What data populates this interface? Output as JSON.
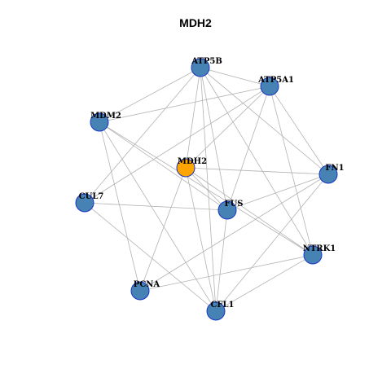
{
  "title": "MDH2",
  "colors": {
    "node_fill": "#4682b4",
    "node_stroke": "#1a35c6",
    "center_fill": "#ffa500",
    "edge": "#b3b3b3",
    "label": "#000000"
  },
  "nodes": [
    {
      "id": "ATP5B",
      "label": "ATP5B",
      "center": false
    },
    {
      "id": "ATP5A1",
      "label": "ATP5A1",
      "center": false
    },
    {
      "id": "MDM2",
      "label": "MDM2",
      "center": false
    },
    {
      "id": "MDH2",
      "label": "MDH2",
      "center": true
    },
    {
      "id": "FN1",
      "label": "FN1",
      "center": false
    },
    {
      "id": "CUL7",
      "label": "CUL7",
      "center": false
    },
    {
      "id": "FUS",
      "label": "FUS",
      "center": false
    },
    {
      "id": "NTRK1",
      "label": "NTRK1",
      "center": false
    },
    {
      "id": "PCNA",
      "label": "PCNA",
      "center": false
    },
    {
      "id": "CFL1",
      "label": "CFL1",
      "center": false
    }
  ],
  "edges": [
    [
      "ATP5B",
      "ATP5A1"
    ],
    [
      "ATP5B",
      "MDM2"
    ],
    [
      "ATP5B",
      "MDH2"
    ],
    [
      "ATP5B",
      "FUS"
    ],
    [
      "ATP5B",
      "FN1"
    ],
    [
      "ATP5B",
      "NTRK1"
    ],
    [
      "ATP5B",
      "CUL7"
    ],
    [
      "ATP5B",
      "CFL1"
    ],
    [
      "ATP5A1",
      "MDM2"
    ],
    [
      "ATP5A1",
      "MDH2"
    ],
    [
      "ATP5A1",
      "FN1"
    ],
    [
      "ATP5A1",
      "NTRK1"
    ],
    [
      "ATP5A1",
      "FUS"
    ],
    [
      "ATP5A1",
      "CUL7"
    ],
    [
      "MDM2",
      "FUS"
    ],
    [
      "MDM2",
      "NTRK1"
    ],
    [
      "MDM2",
      "PCNA"
    ],
    [
      "MDM2",
      "CFL1"
    ],
    [
      "MDH2",
      "FN1"
    ],
    [
      "MDH2",
      "FUS"
    ],
    [
      "MDH2",
      "PCNA"
    ],
    [
      "MDH2",
      "CFL1"
    ],
    [
      "MDH2",
      "NTRK1"
    ],
    [
      "FN1",
      "PCNA"
    ],
    [
      "FN1",
      "CFL1"
    ],
    [
      "FN1",
      "FUS"
    ],
    [
      "CUL7",
      "FUS"
    ],
    [
      "CUL7",
      "CFL1"
    ],
    [
      "FUS",
      "CFL1"
    ],
    [
      "NTRK1",
      "PCNA"
    ],
    [
      "NTRK1",
      "CFL1"
    ]
  ]
}
